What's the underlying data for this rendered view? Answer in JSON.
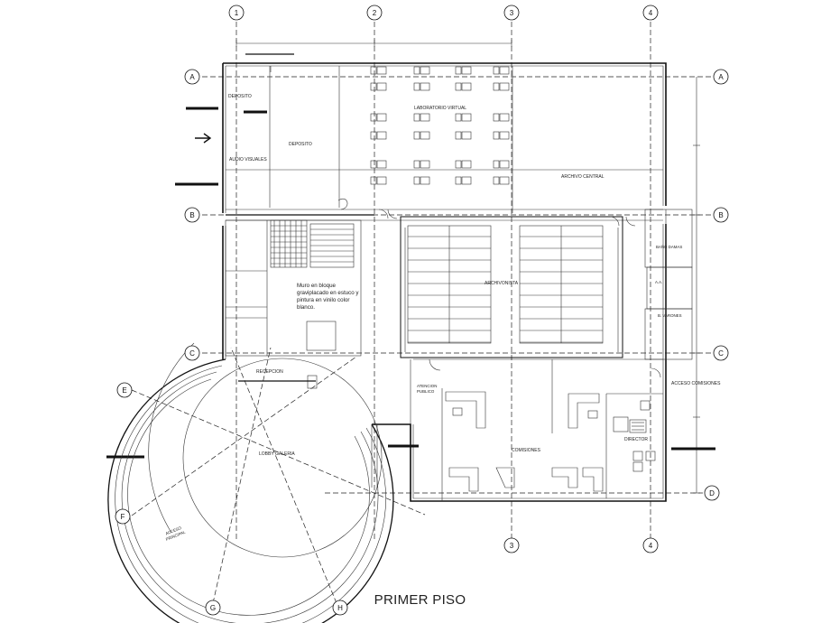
{
  "drawing": {
    "title": "PRIMER PISO",
    "grid_columns": [
      "1",
      "2",
      "3",
      "4"
    ],
    "grid_rows": [
      "A",
      "B",
      "C",
      "D"
    ],
    "radial_axes": [
      "E",
      "F",
      "G",
      "H"
    ]
  },
  "rooms": {
    "deposito_small": "DEPOSITO",
    "deposito": "DEPOSITO",
    "audio_visuales": "AUDIO VISUALES",
    "laboratorio": "LABORATORIO VIRTUAL",
    "archivo_central": "ARCHIVO CENTRAL",
    "archivonista": "ARCHIVONISTA",
    "bano_damas": "BAÑO DAMAS",
    "aa": "A.A.",
    "bano_varones": "B. VARONES",
    "recepcion": "RECEPCION",
    "lobby": "LOBBY GALERIA",
    "atencion_1": "ATENCION",
    "atencion_2": "PUBLICO",
    "comisiones": "COMISIONES",
    "director": "DIRECTOR",
    "acceso_comisiones": "ACCESO COMISIONES",
    "acceso_1": "ACCESO",
    "acceso_2": "PRINCIPAL"
  },
  "notes": {
    "muro_1": "Muro en bloque",
    "muro_2": "graviplacado en estuco y",
    "muro_3": "pintura en vinilo color",
    "muro_4": "blanco."
  }
}
